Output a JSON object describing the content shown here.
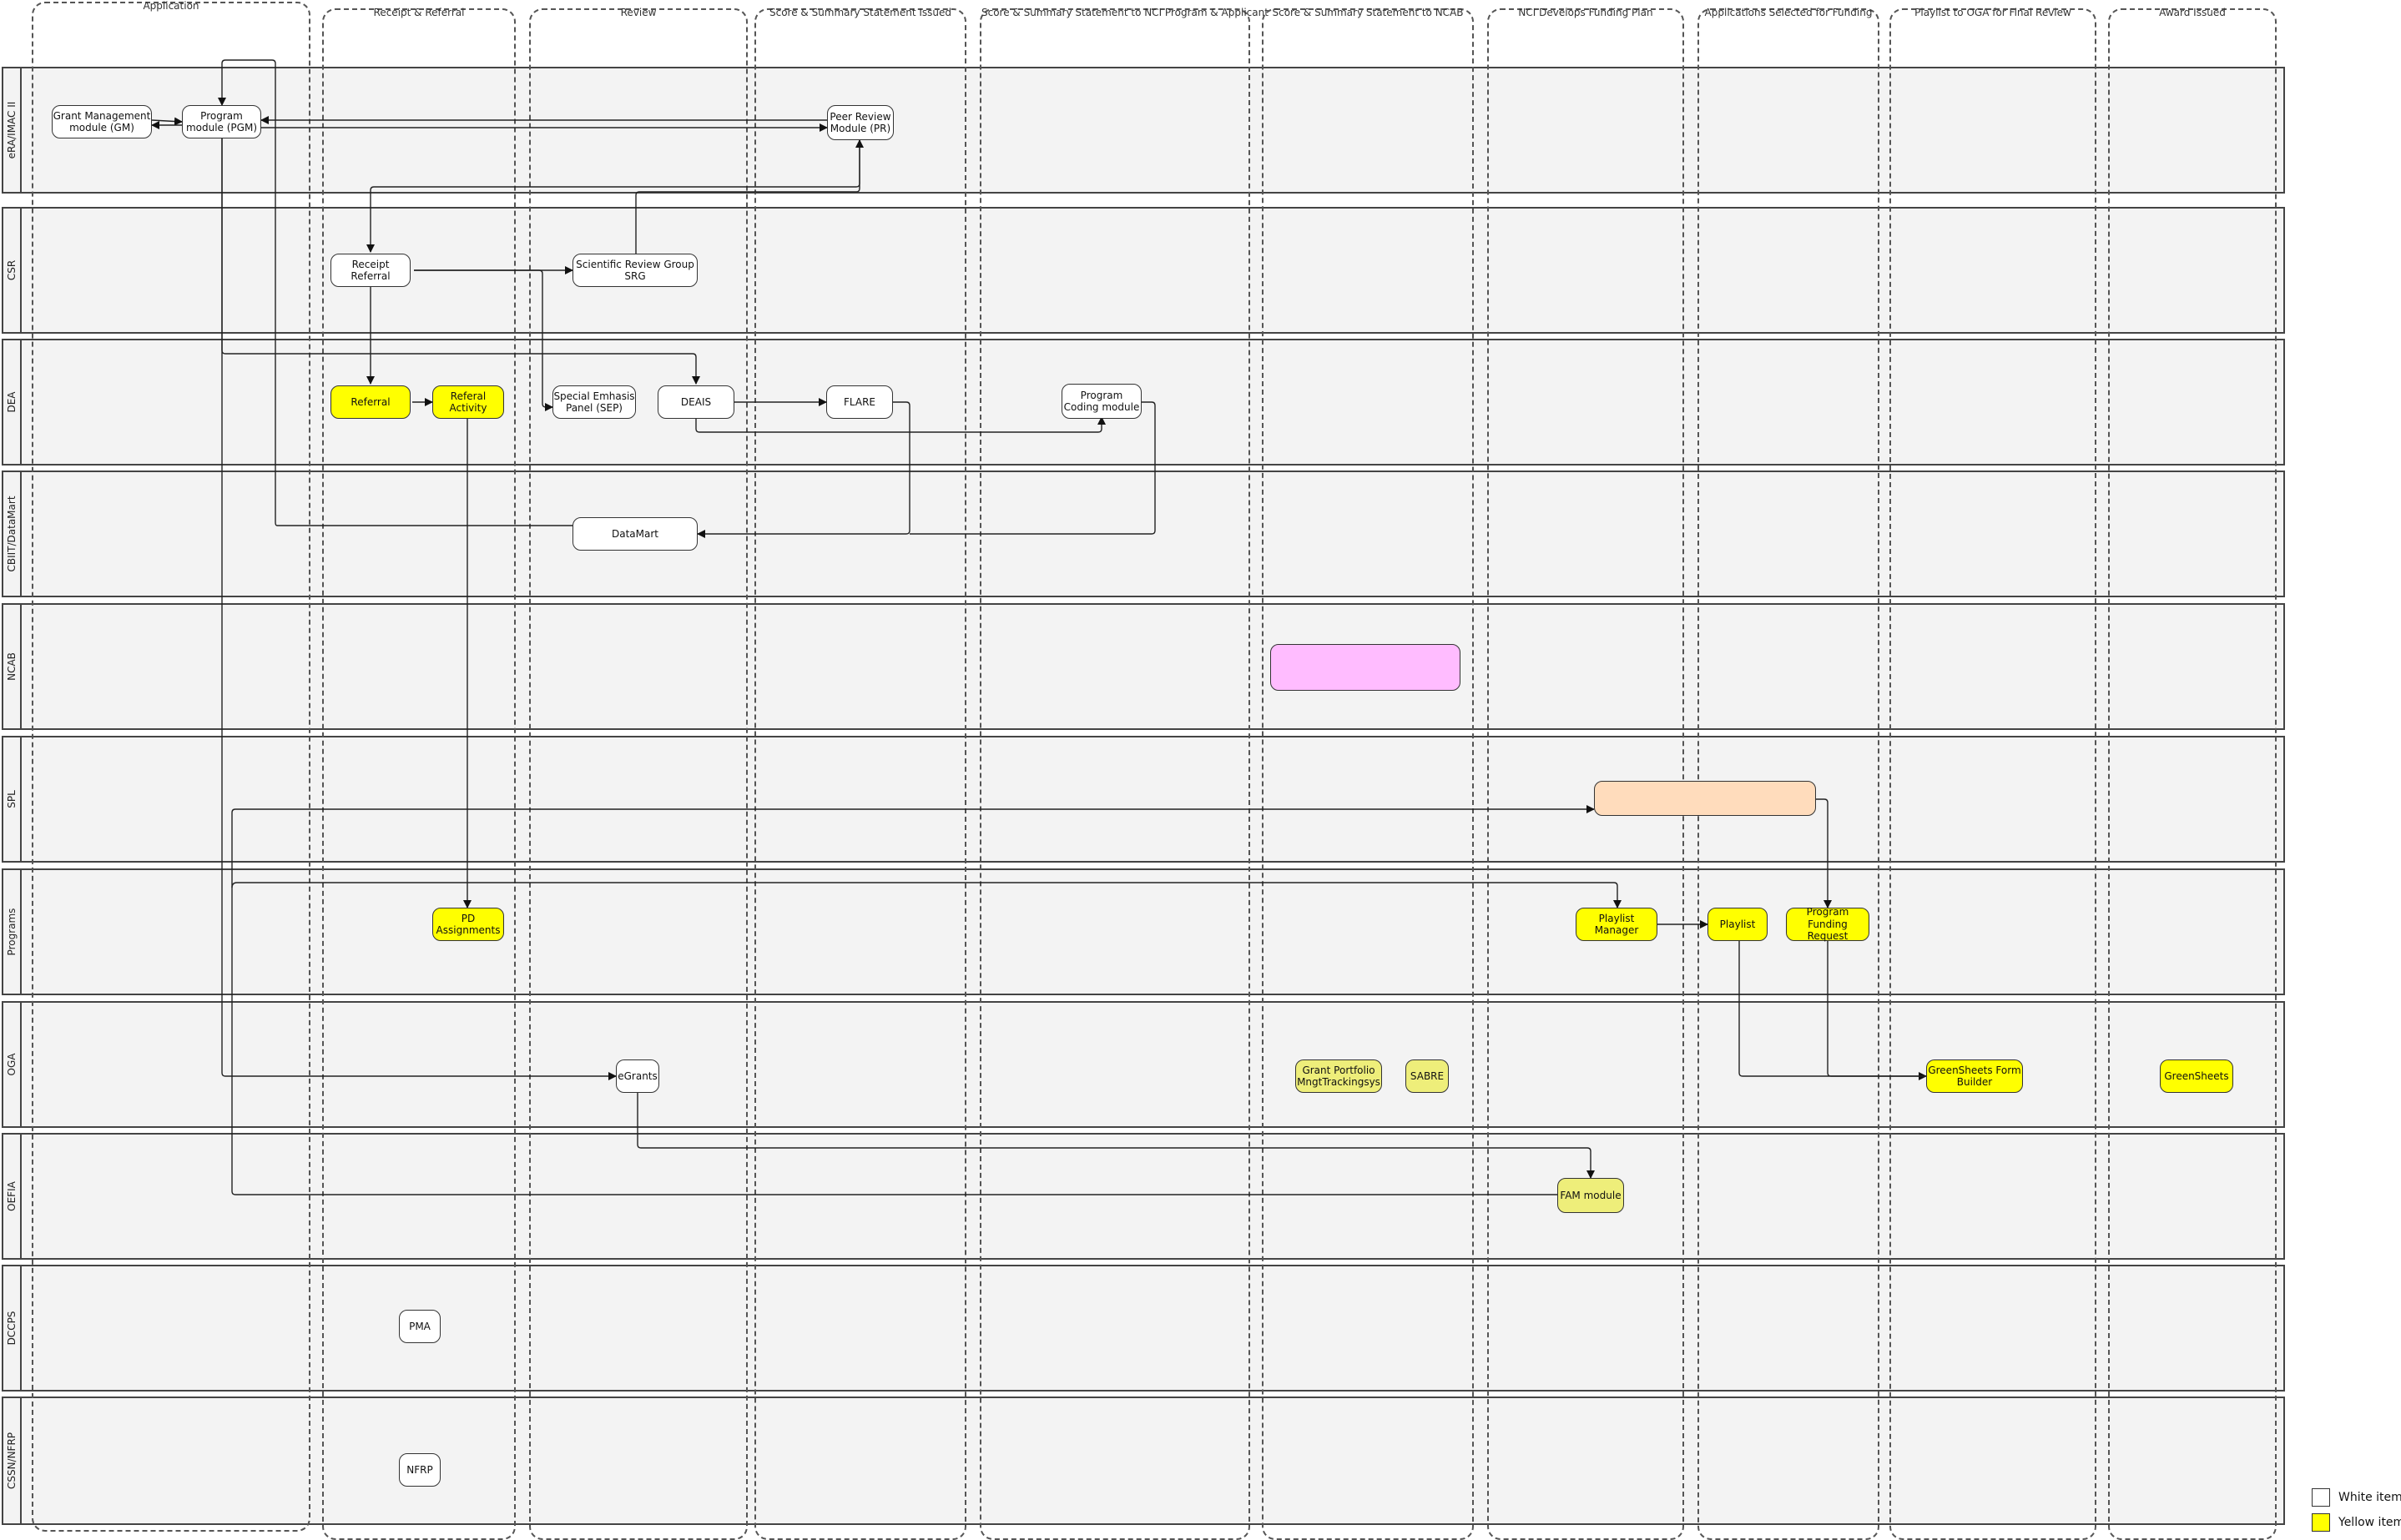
{
  "phases": [
    {
      "title": "Application"
    },
    {
      "title": "Receipt & Referral"
    },
    {
      "title": "Review"
    },
    {
      "title": "Score & Summary Statement Issued"
    },
    {
      "title": "Score & Summary Statement to NCI Program & Applicant"
    },
    {
      "title": "Score & Summary Statement to NCAB"
    },
    {
      "title": "NCI Develops Funding Plan"
    },
    {
      "title": "Applications Selected for Funding"
    },
    {
      "title": "Playlist to OGA for Final Review"
    },
    {
      "title": "Award Issued"
    }
  ],
  "lanes": [
    {
      "label": "eRA/IMAC II"
    },
    {
      "label": "CSR"
    },
    {
      "label": "DEA"
    },
    {
      "label": "CBIIT/DataMart"
    },
    {
      "label": "NCAB"
    },
    {
      "label": "SPL"
    },
    {
      "label": "Programs"
    },
    {
      "label": "OGA"
    },
    {
      "label": "OEFIA"
    },
    {
      "label": "DCCPS"
    },
    {
      "label": "CSSN/NFRP"
    }
  ],
  "nodes": {
    "grant_management": {
      "label": "Grant Management\nmodule (GM)",
      "fill": "#ffffff"
    },
    "program_module": {
      "label": "Program\nmodule (PGM)",
      "fill": "#ffffff"
    },
    "peer_review": {
      "label": "Peer Review\nModule (PR)",
      "fill": "#ffffff"
    },
    "receipt_referral": {
      "label": "Receipt Referral",
      "fill": "#ffffff"
    },
    "srg": {
      "label": "Scientific Review Group\nSRG",
      "fill": "#ffffff"
    },
    "referral": {
      "label": "Referral",
      "fill": "#ffff00"
    },
    "referral_activity": {
      "label": "Referal\nActivity",
      "fill": "#ffff00"
    },
    "sep": {
      "label": "Special Emhasis\nPanel (SEP)",
      "fill": "#ffffff"
    },
    "deais": {
      "label": "DEAIS",
      "fill": "#ffffff"
    },
    "flare": {
      "label": "FLARE",
      "fill": "#ffffff"
    },
    "program_coding": {
      "label": "Program\nCoding module",
      "fill": "#ffffff"
    },
    "datamart": {
      "label": "DataMart",
      "fill": "#ffffff"
    },
    "ncab_box": {
      "label": "",
      "fill": "#ffbcff"
    },
    "spl_box": {
      "label": "",
      "fill": "#ffdcbc"
    },
    "pd_assignments": {
      "label": "PD\nAssignments",
      "fill": "#ffff00"
    },
    "playlist_manager": {
      "label": "Playlist Manager",
      "fill": "#ffff00"
    },
    "playlist": {
      "label": "Playlist",
      "fill": "#ffff00"
    },
    "program_funding_request": {
      "label": "Program\nFunding Request",
      "fill": "#ffff00"
    },
    "egrants": {
      "label": "eGrants",
      "fill": "#ffffff"
    },
    "grant_portfolio": {
      "label": "Grant Portfolio\nMngtTrackingsys",
      "fill": "#eeee7a"
    },
    "sabre": {
      "label": "SABRE",
      "fill": "#eeee7a"
    },
    "greensheets_form_builder": {
      "label": "GreenSheets Form\nBuilder",
      "fill": "#ffff00"
    },
    "greensheets": {
      "label": "GreenSheets",
      "fill": "#ffff00"
    },
    "fam_module": {
      "label": "FAM module",
      "fill": "#eeee7a"
    },
    "pma": {
      "label": "PMA",
      "fill": "#ffffff"
    },
    "nfrp": {
      "label": "NFRP",
      "fill": "#ffffff"
    }
  },
  "legend": [
    {
      "label": "White item",
      "color": "#ffffff"
    },
    {
      "label": "Yellow item",
      "color": "#ffff00"
    }
  ],
  "colors": {
    "lane_fill": "#f3f3f3",
    "stroke": "#333333",
    "yellow": "#ffff00",
    "khaki": "#eeee7a",
    "pink": "#ffbcff",
    "peach": "#ffdcbc"
  }
}
